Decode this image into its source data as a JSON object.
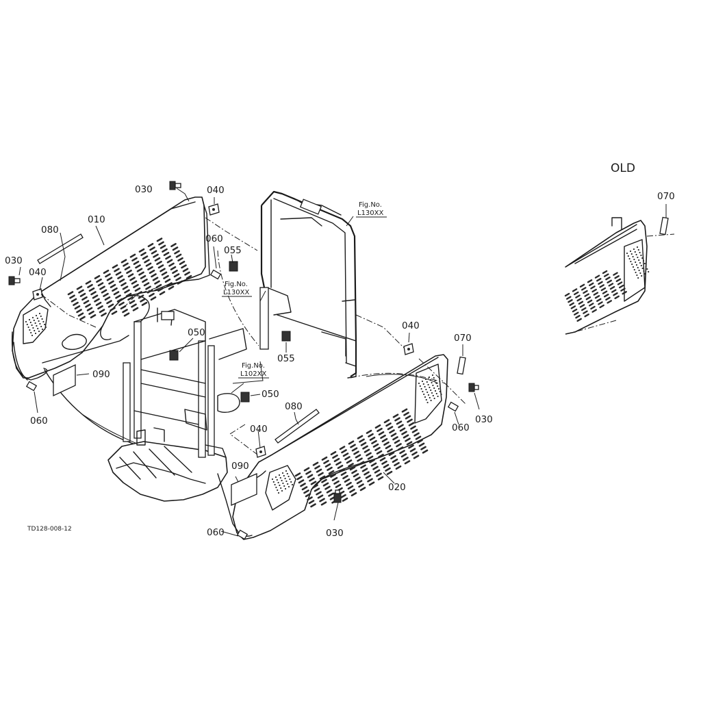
{
  "title": "OLD",
  "figure_code": "TD128-008-12",
  "fig_refs": [
    {
      "line1": "Fig.No.",
      "line2": "L130XX"
    },
    {
      "line1": "Fig.No.",
      "line2": "L130XX"
    },
    {
      "line1": "Fig.No.",
      "line2": "L102XX"
    }
  ],
  "callouts": {
    "c010": "010",
    "c020": "020",
    "c030_a": "030",
    "c030_b": "030",
    "c030_c": "030",
    "c030_d": "030",
    "c040_a": "040",
    "c040_b": "040",
    "c040_c": "040",
    "c040_d": "040",
    "c050_a": "050",
    "c050_b": "050",
    "c055_a": "055",
    "c055_b": "055",
    "c060_a": "060",
    "c060_b": "060",
    "c060_c": "060",
    "c060_d": "060",
    "c070_a": "070",
    "c070_b": "070",
    "c080_a": "080",
    "c080_b": "080",
    "c090_a": "090",
    "c090_b": "090"
  }
}
